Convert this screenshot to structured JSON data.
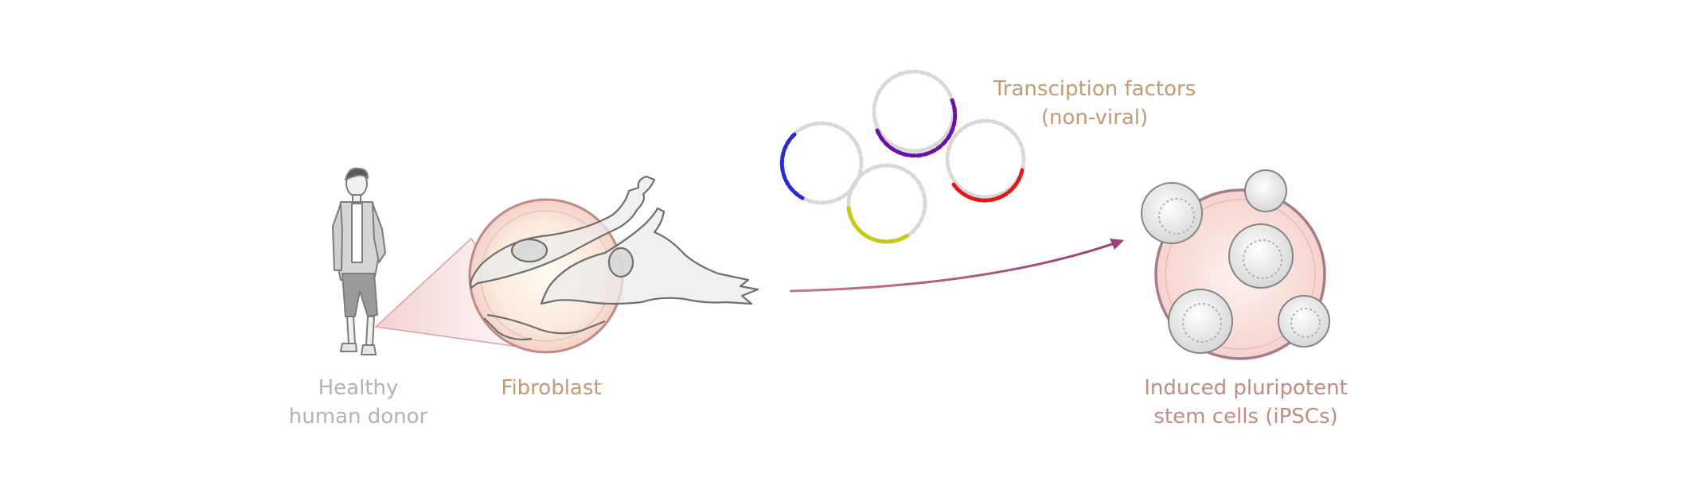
{
  "labels": {
    "donor": [
      "Healthy",
      "human donor"
    ],
    "fibroblast": "Fibroblast",
    "factors": [
      "Transciption factors",
      "(non-viral)"
    ],
    "ipsc": [
      "Induced pluripotent",
      "stem cells (iPSCs)"
    ]
  },
  "colors": {
    "donor_label": "#b3b3b3",
    "fibroblast_label": "#c49a74",
    "factors_label": "#c49a74",
    "ipsc_label": "#c28c80",
    "arrow": "#a04f7a",
    "zoom_circle": "#c28888",
    "plasmid_base": "#d8d8d8",
    "plasmid_segments": [
      "#2a2ad0",
      "#6a11a6",
      "#e01a1a",
      "#c9c90f"
    ]
  },
  "icons": [
    "person-icon",
    "fibroblast-cell-icon",
    "plasmid-icon",
    "ipsc-cell-icon",
    "arrow-icon"
  ]
}
